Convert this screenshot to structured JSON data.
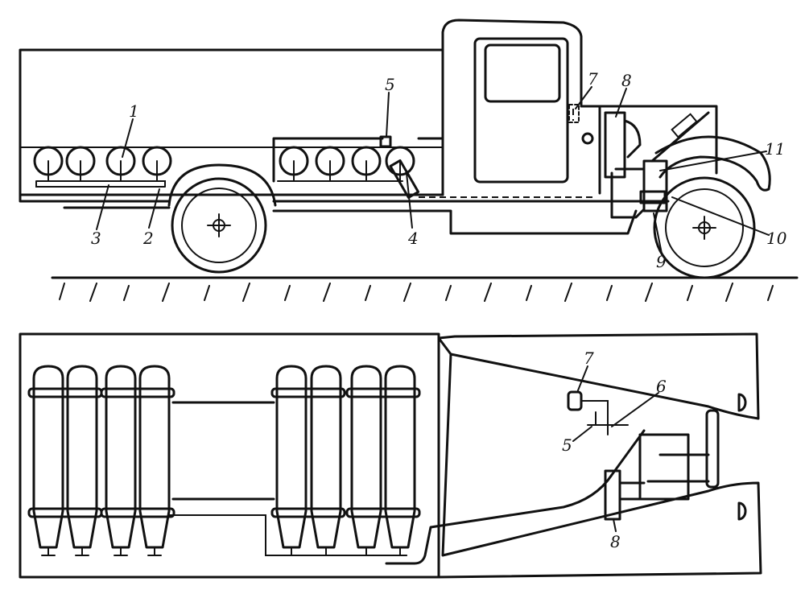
{
  "side_view": {
    "labels": {
      "l1": "1",
      "l2": "2",
      "l3": "3",
      "l4": "4",
      "l5": "5",
      "l7": "7",
      "l8": "8",
      "l9": "9",
      "l10": "10",
      "l11": "11"
    }
  },
  "plan_view": {
    "labels": {
      "l5": "5",
      "l6": "6",
      "l7": "7",
      "l8": "8"
    }
  }
}
